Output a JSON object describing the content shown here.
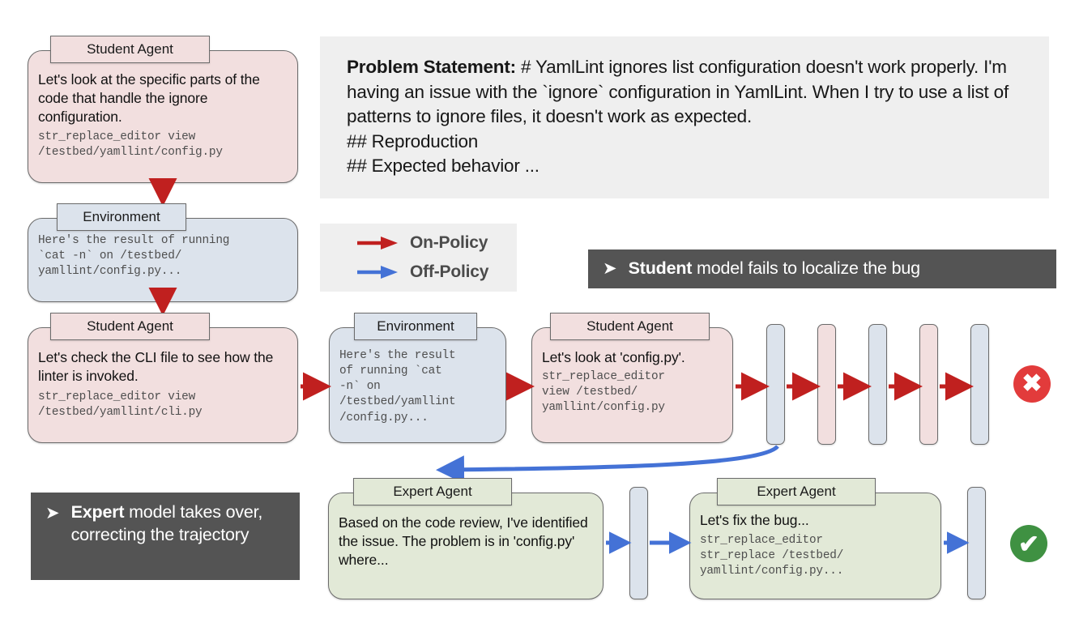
{
  "diagram": {
    "title": "Student-Expert on-policy / off-policy agent trajectory",
    "colors": {
      "on_policy": "#c0201f",
      "off_policy": "#4472d6",
      "student_fill": "#f2dfdf",
      "environment_fill": "#dce3ec",
      "expert_fill": "#e2e9d7",
      "callout_bg": "#545454",
      "panel_bg": "#efefef",
      "fail_badge": "#e23b3b",
      "pass_badge": "#3f9142"
    }
  },
  "problem": {
    "label": "Problem Statement:",
    "text": " # YamlLint ignores list configuration doesn't work properly. I'm having an issue with the `ignore` configuration in YamlLint. When I try to use a list of patterns to ignore files, it doesn't work as expected.",
    "line_reproduction": "## Reproduction",
    "line_expected": "## Expected behavior ..."
  },
  "legend": {
    "on_policy": "On-Policy",
    "off_policy": "Off-Policy"
  },
  "callouts": {
    "student": {
      "glyph": "➤",
      "bold": "Student",
      "rest": " model fails to localize the bug"
    },
    "expert": {
      "glyph": "➤",
      "bold": "Expert",
      "rest": " model takes over, correcting the trajectory"
    }
  },
  "badges": {
    "fail": "✖",
    "pass": "✔"
  },
  "nodes": {
    "student1": {
      "tab": "Student Agent",
      "prose": "Let's look at the specific parts of the code that handle the ignore configuration.",
      "mono": "str_replace_editor view\n/testbed/yamllint/config.py"
    },
    "env1": {
      "tab": "Environment",
      "mono": "Here's the result of running\n`cat -n` on /testbed/\nyamllint/config.py..."
    },
    "student2": {
      "tab": "Student Agent",
      "prose": "Let's check the CLI file to see how the linter is invoked.",
      "mono": "str_replace_editor view\n/testbed/yamllint/cli.py"
    },
    "env2": {
      "tab": "Environment",
      "mono": "Here's the result\nof running `cat\n-n` on\n/testbed/yamllint\n/config.py..."
    },
    "student3": {
      "tab": "Student Agent",
      "prose": "Let's look at 'config.py'.",
      "mono": "str_replace_editor\nview /testbed/\nyamllint/config.py"
    },
    "expert1": {
      "tab": "Expert Agent",
      "prose": "Based on the code review, I've identified the issue. The problem is in 'config.py' where..."
    },
    "expert2": {
      "tab": "Expert Agent",
      "prose": "Let's fix the bug...",
      "mono": "str_replace_editor\nstr_replace /testbed/\nyamllint/config.py..."
    }
  },
  "placeholder_pills": {
    "student_row": [
      "blue",
      "pink",
      "blue",
      "pink",
      "blue"
    ],
    "expert_row": [
      "blue",
      "blue"
    ]
  }
}
